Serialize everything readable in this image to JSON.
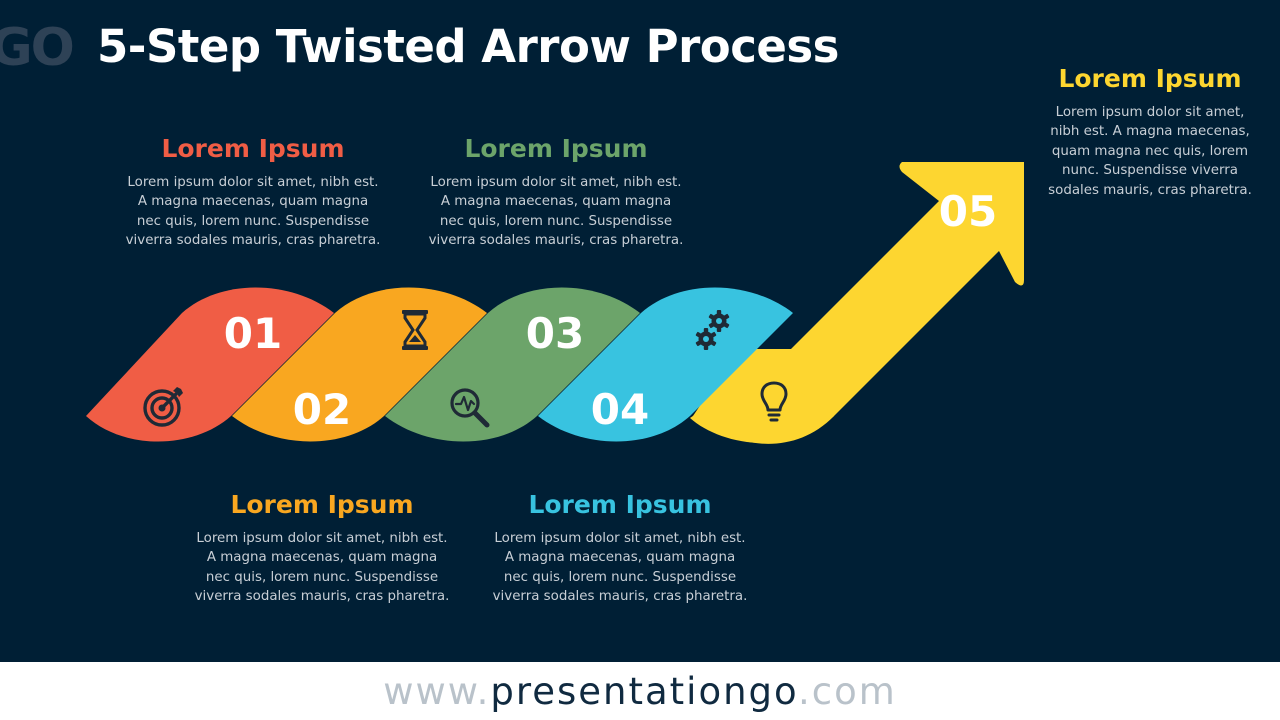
{
  "title": "5-Step Twisted Arrow Process",
  "logo": "GO",
  "colors": {
    "background": "#001f35",
    "step1": "#f05d45",
    "step2": "#f9a720",
    "step3": "#6ca46a",
    "step4": "#38c3e0",
    "step5": "#fdd630"
  },
  "steps": [
    {
      "number": "01",
      "heading": "Lorem Ipsum",
      "icon": "target-icon",
      "color": "#f05d45",
      "text": [
        "Lorem ipsum dolor sit amet, nibh est.",
        "A magna maecenas, quam magna",
        "nec quis, lorem nunc. Suspendisse",
        "viverra sodales mauris, cras pharetra."
      ]
    },
    {
      "number": "02",
      "heading": "Lorem Ipsum",
      "icon": "hourglass-icon",
      "color": "#f9a720",
      "text": [
        "Lorem ipsum dolor sit amet, nibh est.",
        "A magna maecenas, quam magna",
        "nec quis, lorem nunc. Suspendisse",
        "viverra sodales mauris, cras pharetra."
      ]
    },
    {
      "number": "03",
      "heading": "Lorem Ipsum",
      "icon": "magnifier-pulse-icon",
      "color": "#6ca46a",
      "text": [
        "Lorem ipsum dolor sit amet, nibh est.",
        "A magna maecenas, quam magna",
        "nec quis, lorem nunc. Suspendisse",
        "viverra sodales mauris, cras pharetra."
      ]
    },
    {
      "number": "04",
      "heading": "Lorem Ipsum",
      "icon": "gears-icon",
      "color": "#38c3e0",
      "text": [
        "Lorem ipsum dolor sit amet, nibh est.",
        "A magna maecenas, quam magna",
        "nec quis, lorem nunc. Suspendisse",
        "viverra sodales mauris, cras pharetra."
      ]
    },
    {
      "number": "05",
      "heading": "Lorem Ipsum",
      "icon": "lightbulb-icon",
      "color": "#fdd630",
      "text": [
        "Lorem ipsum dolor sit amet,",
        "nibh est. A magna maecenas,",
        "quam magna nec quis, lorem",
        "nunc. Suspendisse viverra",
        "sodales mauris, cras pharetra."
      ]
    }
  ],
  "footer": {
    "prefix": "www.",
    "brand": "presentationgo",
    "suffix": ".com"
  }
}
